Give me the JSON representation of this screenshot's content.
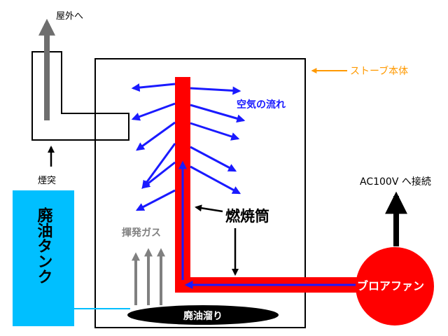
{
  "labels": {
    "outdoor": "屋外へ",
    "chimney": "煙突",
    "stove_body": "ストーブ本体",
    "air_flow": "空気の流れ",
    "burner_tube": "燃焼筒",
    "waste_oil_tank": "廃油タンク",
    "volatile_gas": "揮発ガス",
    "oil_pool": "廃油溜り",
    "blower_fan": "ブロアファン",
    "ac_connect": "AC100V へ接続"
  },
  "colors": {
    "outline": "#000000",
    "burner": "#ff0000",
    "air_arrow": "#1a1aff",
    "fan": "#ff0000",
    "tank": "#00bfff",
    "oil_pipe": "#00bfff",
    "gas_arrow": "#808080",
    "chimney_arrow": "#6e6e6e",
    "stove_label": "#ff9900",
    "pool": "#000000",
    "pool_text": "#ffffff",
    "gas_text": "#808080"
  },
  "icons": {
    "flow_arrow": "arrow-icon"
  }
}
